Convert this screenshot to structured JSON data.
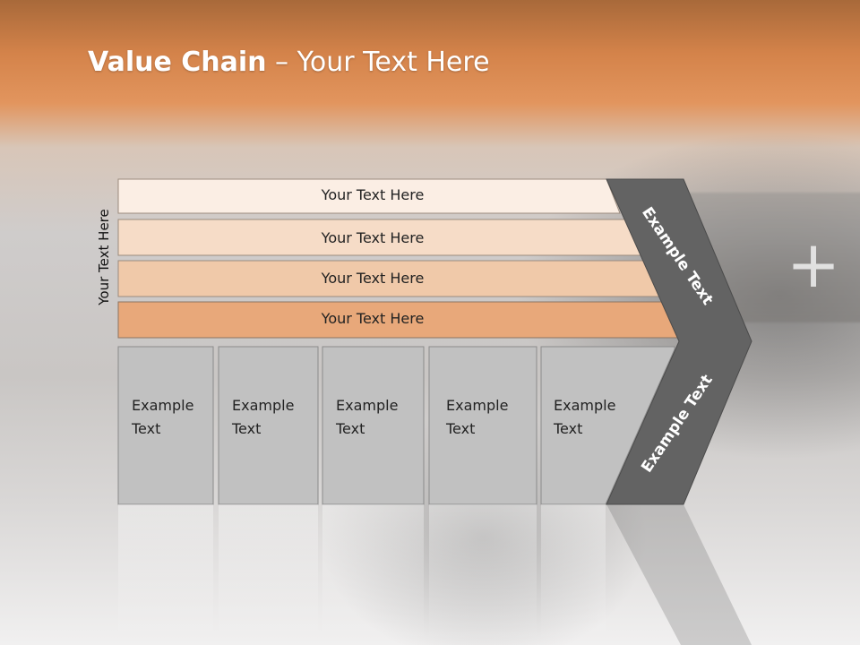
{
  "slide": {
    "title_bold": "Value Chain",
    "title_rest": " – Your Text Here",
    "side_label": "Your Text Here"
  },
  "bars": [
    {
      "label": "Your Text Here",
      "fill": "#fbeee4"
    },
    {
      "label": "Your Text Here",
      "fill": "#f6dcc7"
    },
    {
      "label": "Your Text Here",
      "fill": "#f0c9a9"
    },
    {
      "label": "Your Text Here",
      "fill": "#e8a87a"
    }
  ],
  "columns": [
    {
      "line1": "Example",
      "line2": "Text"
    },
    {
      "line1": "Example",
      "line2": "Text"
    },
    {
      "line1": "Example",
      "line2": "Text"
    },
    {
      "line1": "Example",
      "line2": "Text"
    },
    {
      "line1": "Example",
      "line2": "Text"
    }
  ],
  "arrow": {
    "upper_label": "Example Text",
    "lower_label": "Example Text",
    "color": "#636363"
  }
}
